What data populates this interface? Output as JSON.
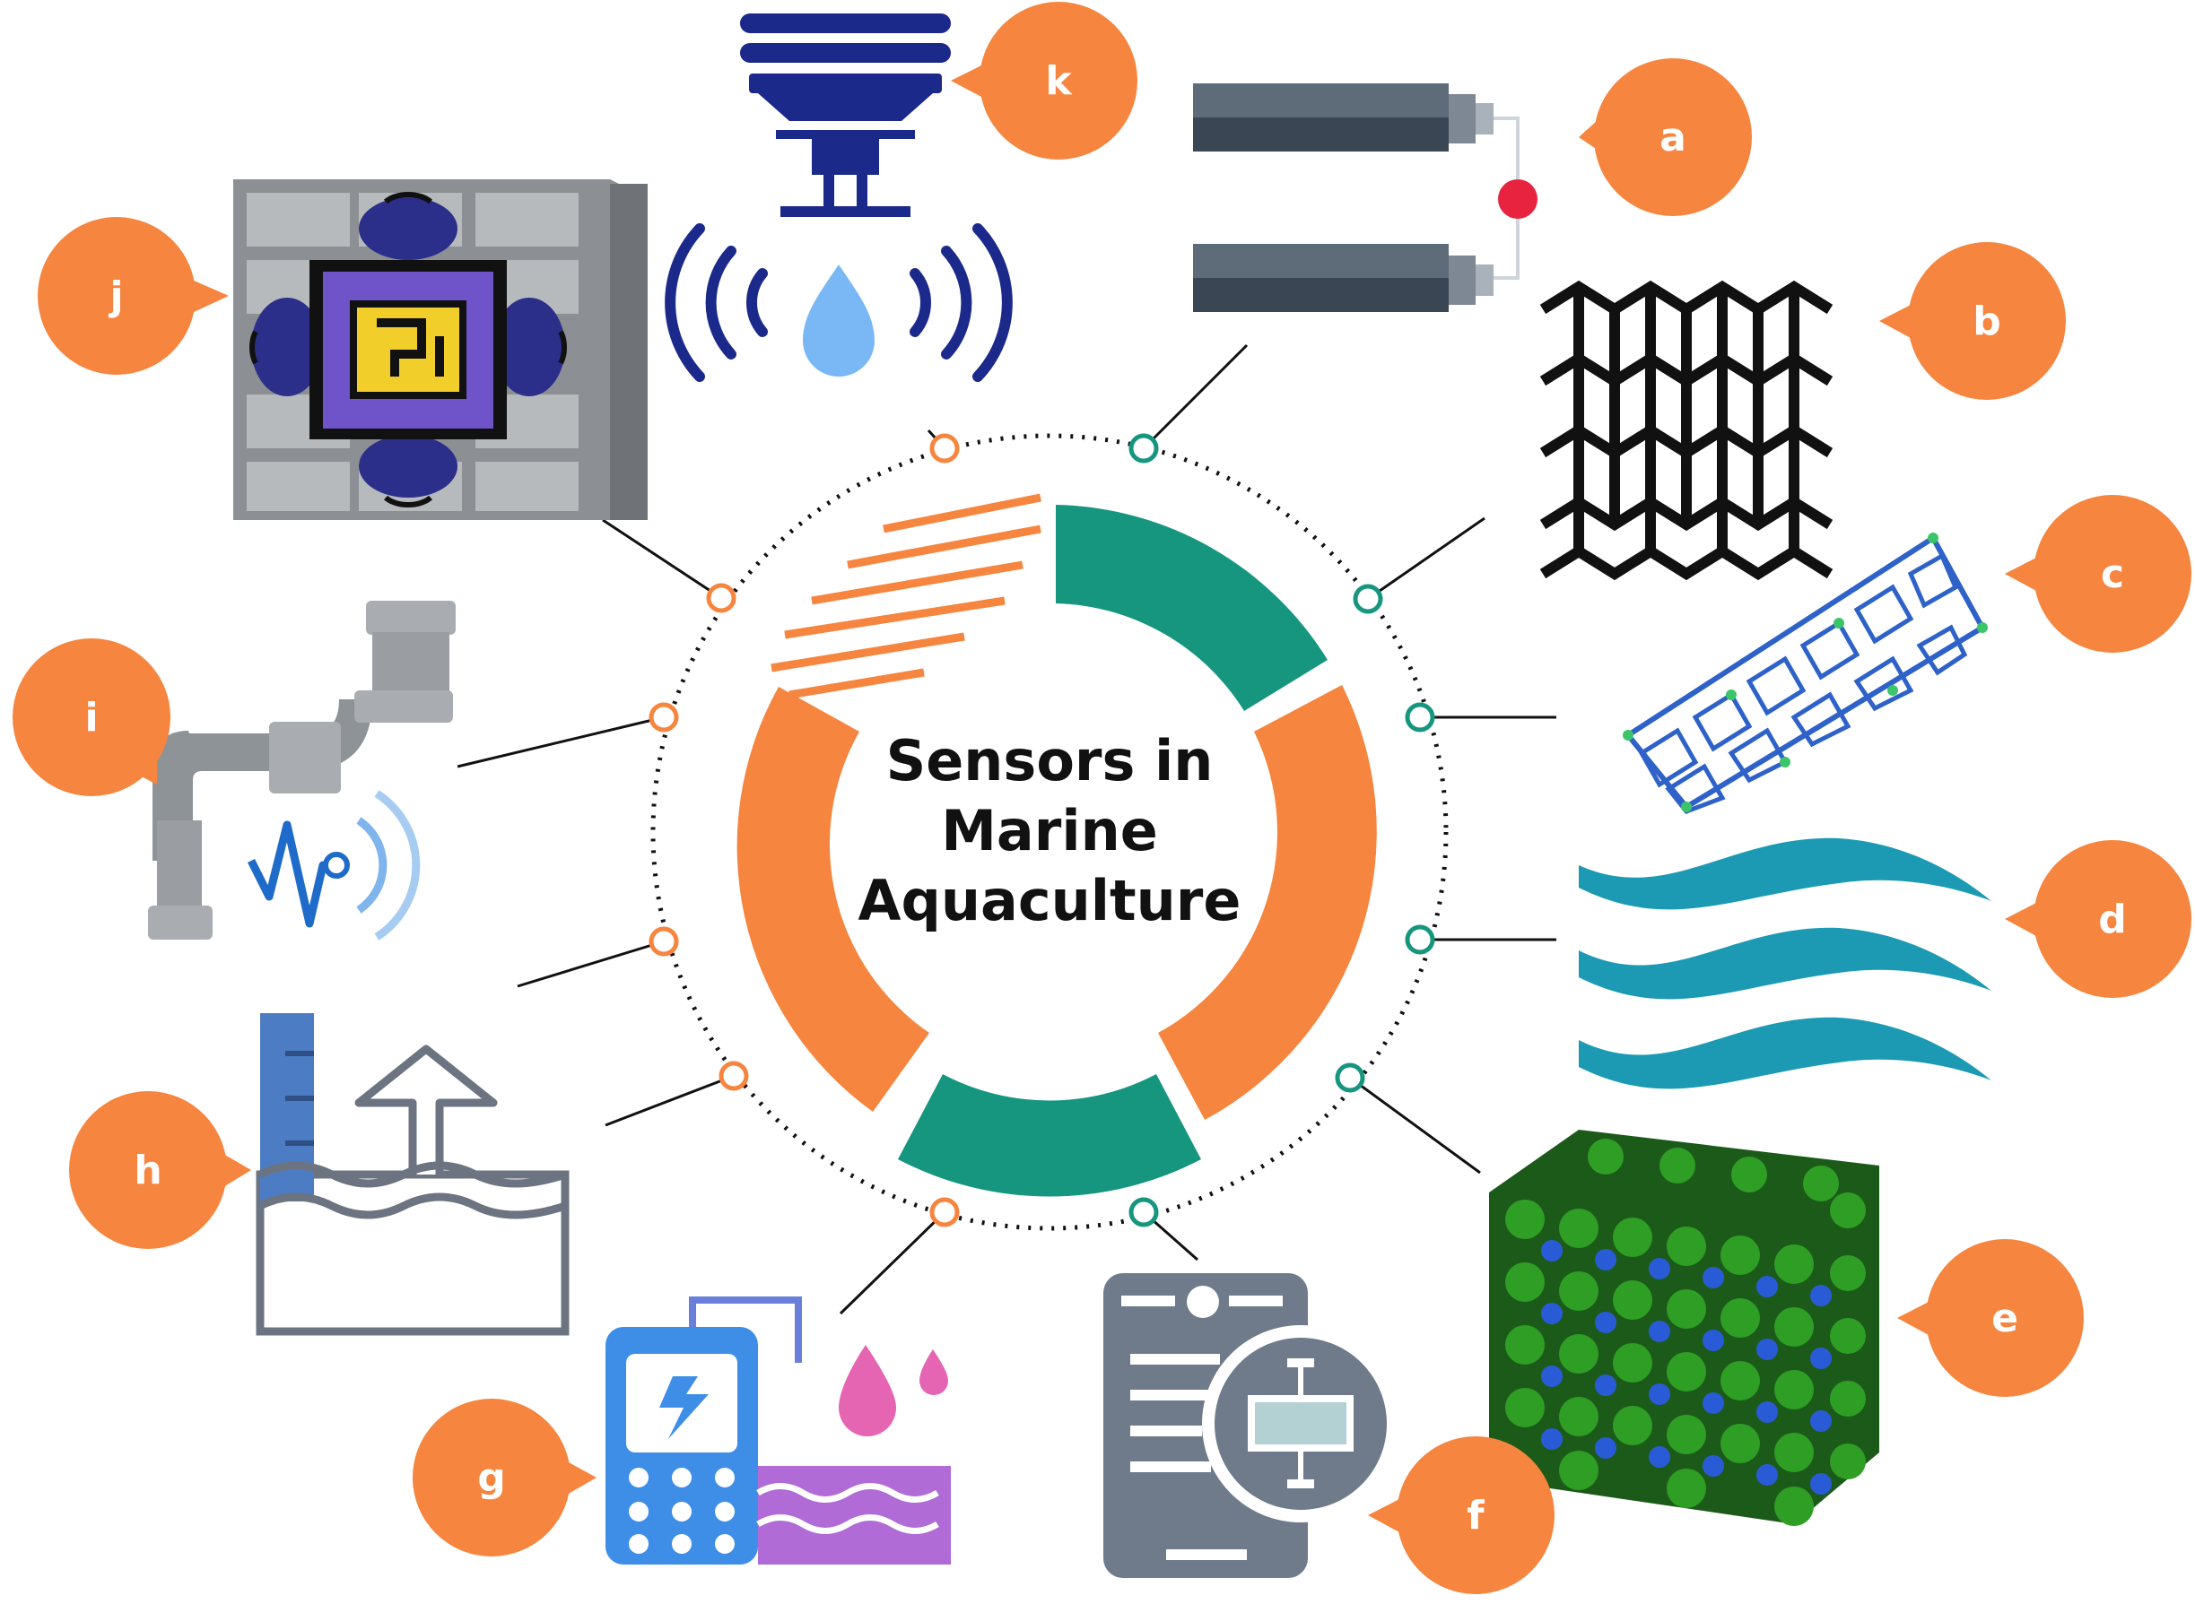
{
  "title": {
    "line1": "Sensors in",
    "line2": "Marine",
    "line3": "Aquaculture"
  },
  "badges": {
    "a": "a",
    "b": "b",
    "c": "c",
    "d": "d",
    "e": "e",
    "f": "f",
    "g": "g",
    "h": "h",
    "i": "i",
    "j": "j",
    "k": "k"
  },
  "colors": {
    "orange": "#F5853F",
    "teal": "#16967F",
    "navy": "#1B2A8A",
    "water_blue": "#7AB8F5",
    "cyan_wave": "#1C9AB3",
    "sphere_green": "#2E9E25",
    "sphere_blue": "#2A5BD7"
  },
  "icons": {
    "a": "dual-electrode-sensor-icon",
    "b": "graphene-lattice-icon",
    "c": "carbon-nanotube-icon",
    "d": "water-waves-icon",
    "e": "crystal-lattice-icon",
    "f": "mobile-quartz-sensor-icon",
    "g": "handheld-water-meter-icon",
    "h": "water-level-gauge-icon",
    "i": "pipe-leak-sensor-icon",
    "j": "server-chip-icon",
    "k": "wireless-water-drop-sensor-icon"
  }
}
